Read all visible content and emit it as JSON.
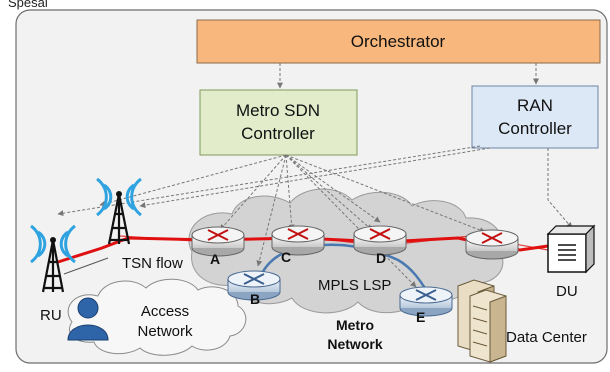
{
  "top_fragment": "Spesai",
  "boxes": {
    "orchestrator": "Orchestrator",
    "metro_sdn_line1": "Metro SDN",
    "metro_sdn_line2": "Controller",
    "ran_line1": "RAN",
    "ran_line2": "Controller"
  },
  "routers": [
    "A",
    "B",
    "C",
    "D",
    "E"
  ],
  "labels": {
    "tsn_flow": "TSN flow",
    "ru": "RU",
    "du": "DU",
    "mpls_lsp": "MPLS LSP",
    "access_line1": "Access",
    "access_line2": "Network",
    "metro_line1": "Metro",
    "metro_line2": "Network",
    "data_center": "Data Center"
  },
  "colors": {
    "orchestrator_fill": "#f8b77c",
    "metro_sdn_fill": "#e2eccb",
    "ran_fill": "#dce8f5",
    "tsn_path": "#e01010",
    "mpls_path": "#4a78b0",
    "wireless": "#2fa3e0"
  }
}
